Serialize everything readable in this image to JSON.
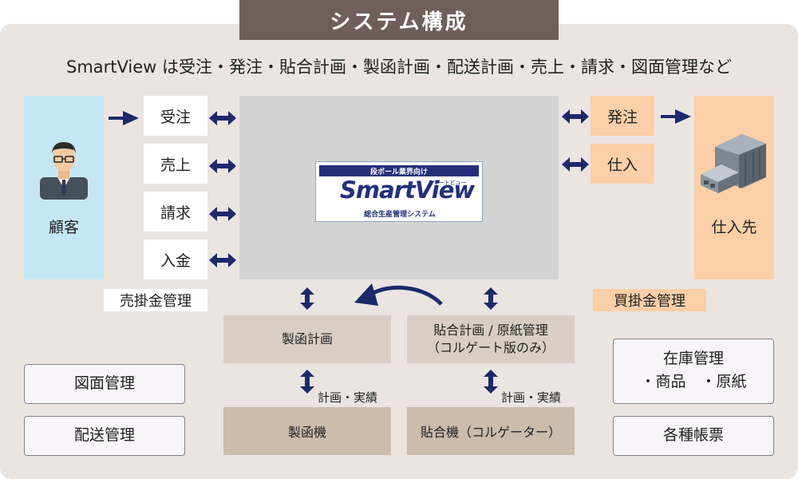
{
  "title": "システム構成",
  "subtitle": "SmartView は受注・発注・貼合計画・製函計画・配送計画・売上・請求・図面管理など",
  "customer": {
    "label": "顧客"
  },
  "supplier": {
    "label": "仕入先"
  },
  "left_items": [
    "受注",
    "売上",
    "請求",
    "入金"
  ],
  "right_items": [
    "発注",
    "仕入"
  ],
  "logo": {
    "top": "段ボール業界向け",
    "name": "SmartView",
    "reading": "スマートビュー",
    "bottom": "総合生産管理システム"
  },
  "ar_label": "売掛金管理",
  "ap_label": "買掛金管理",
  "flow": {
    "box_planning": "製函計画",
    "corrugator_plan_line1": "貼合計画 / 原紙管理",
    "corrugator_plan_line2": "（コルゲート版のみ）",
    "plan_actual_1": "計画・実績",
    "plan_actual_2": "計画・実績",
    "box_machine": "製函機",
    "corrugator_machine": "貼合機（コルゲーター）"
  },
  "left_modules": [
    "図面管理",
    "配送管理"
  ],
  "inventory": {
    "title": "在庫管理",
    "items": "・商品　・原紙"
  },
  "forms": "各種帳票",
  "colors": {
    "navy": "#1c2a6b",
    "panel": "#ebe4e1",
    "title_bg": "#6e5f5a",
    "customer": "#c5e7f3",
    "supplier": "#fbcfa7"
  }
}
